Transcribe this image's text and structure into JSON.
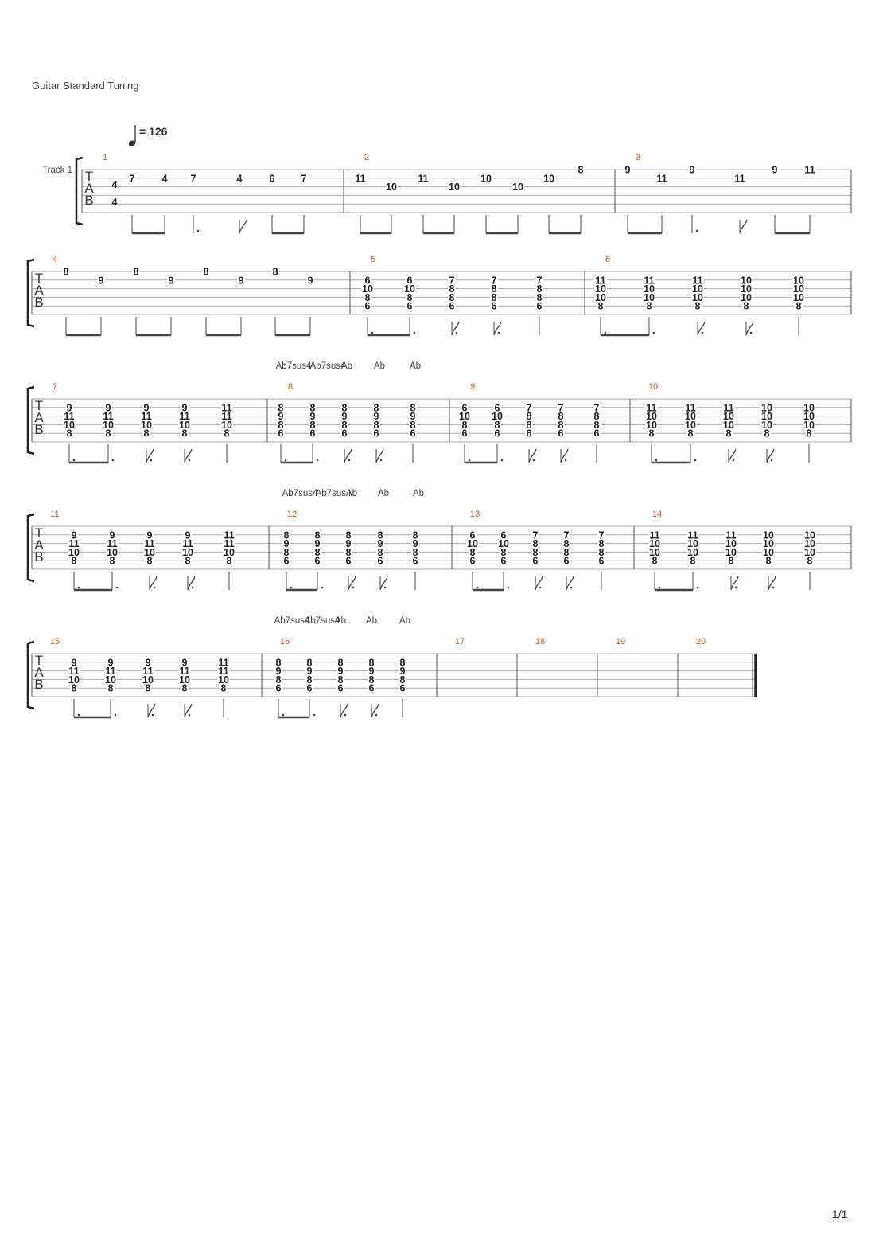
{
  "header": {
    "tuning": "Guitar Standard Tuning"
  },
  "tempo": {
    "value": "126",
    "label": "= 126"
  },
  "track": {
    "name": "Track 1"
  },
  "time_signature": {
    "numerator": "4",
    "denominator": "4"
  },
  "tab_letters": [
    "T",
    "A",
    "B"
  ],
  "chords": [
    {
      "label": "Ab7sus4"
    },
    {
      "label": "Ab7sus4"
    },
    {
      "label": "Ab"
    },
    {
      "label": "Ab"
    },
    {
      "label": "Ab"
    }
  ],
  "measures": [
    {
      "number": "1",
      "beats": [
        {
          "frets": [
            "",
            "7",
            "",
            "",
            "",
            ""
          ]
        },
        {
          "frets": [
            "",
            "4",
            "",
            "",
            "",
            ""
          ]
        },
        {
          "frets": [
            "",
            "7",
            "",
            "",
            "",
            ""
          ]
        },
        {
          "frets": [
            "",
            "4",
            "",
            "",
            "",
            ""
          ]
        },
        {
          "frets": [
            "",
            "6",
            "",
            "",
            "",
            ""
          ]
        },
        {
          "frets": [
            "",
            "7",
            "",
            "",
            "",
            ""
          ]
        }
      ]
    },
    {
      "number": "2",
      "beats": [
        {
          "frets": [
            "",
            "11",
            "",
            "",
            "",
            ""
          ]
        },
        {
          "frets": [
            "",
            "",
            "10",
            "",
            "",
            ""
          ]
        },
        {
          "frets": [
            "",
            "11",
            "",
            "",
            "",
            ""
          ]
        },
        {
          "frets": [
            "",
            "",
            "10",
            "",
            "",
            ""
          ]
        },
        {
          "frets": [
            "",
            "10",
            "",
            "",
            "",
            ""
          ]
        },
        {
          "frets": [
            "",
            "",
            "10",
            "",
            "",
            ""
          ]
        },
        {
          "frets": [
            "",
            "10",
            "",
            "",
            "",
            ""
          ]
        },
        {
          "frets": [
            "8",
            "",
            "",
            "",
            "",
            ""
          ]
        }
      ]
    },
    {
      "number": "3",
      "beats": [
        {
          "frets": [
            "9",
            "",
            "",
            "",
            "",
            ""
          ]
        },
        {
          "frets": [
            "",
            "11",
            "",
            "",
            "",
            ""
          ]
        },
        {
          "frets": [
            "9",
            "",
            "",
            "",
            "",
            ""
          ]
        },
        {
          "frets": [
            "",
            "11",
            "",
            "",
            "",
            ""
          ]
        },
        {
          "frets": [
            "9",
            "",
            "",
            "",
            "",
            ""
          ]
        },
        {
          "frets": [
            "11",
            "",
            "",
            "",
            "",
            ""
          ]
        }
      ]
    },
    {
      "number": "4",
      "beats": [
        {
          "frets": [
            "8",
            "",
            "",
            "",
            "",
            ""
          ]
        },
        {
          "frets": [
            "",
            "9",
            "",
            "",
            "",
            ""
          ]
        },
        {
          "frets": [
            "8",
            "",
            "",
            "",
            "",
            ""
          ]
        },
        {
          "frets": [
            "",
            "9",
            "",
            "",
            "",
            ""
          ]
        },
        {
          "frets": [
            "8",
            "",
            "",
            "",
            "",
            ""
          ]
        },
        {
          "frets": [
            "",
            "9",
            "",
            "",
            "",
            ""
          ]
        },
        {
          "frets": [
            "8",
            "",
            "",
            "",
            "",
            ""
          ]
        },
        {
          "frets": [
            "",
            "9",
            "",
            "",
            "",
            ""
          ]
        }
      ]
    },
    {
      "number": "5",
      "beats": [
        {
          "frets": [
            "",
            "6",
            "10",
            "8",
            "6",
            ""
          ]
        },
        {
          "frets": [
            "",
            "6",
            "10",
            "8",
            "6",
            ""
          ]
        },
        {
          "frets": [
            "",
            "7",
            "8",
            "8",
            "6",
            ""
          ]
        },
        {
          "frets": [
            "",
            "7",
            "8",
            "8",
            "6",
            ""
          ]
        },
        {
          "frets": [
            "",
            "7",
            "8",
            "8",
            "6",
            ""
          ]
        }
      ]
    },
    {
      "number": "6",
      "beats": [
        {
          "frets": [
            "",
            "11",
            "10",
            "10",
            "8",
            ""
          ]
        },
        {
          "frets": [
            "",
            "11",
            "10",
            "10",
            "8",
            ""
          ]
        },
        {
          "frets": [
            "",
            "11",
            "10",
            "10",
            "8",
            ""
          ]
        },
        {
          "frets": [
            "",
            "10",
            "10",
            "10",
            "8",
            ""
          ]
        },
        {
          "frets": [
            "",
            "10",
            "10",
            "10",
            "8",
            ""
          ]
        }
      ]
    },
    {
      "number": "7",
      "beats": [
        {
          "frets": [
            "",
            "9",
            "11",
            "10",
            "8",
            ""
          ]
        },
        {
          "frets": [
            "",
            "9",
            "11",
            "10",
            "8",
            ""
          ]
        },
        {
          "frets": [
            "",
            "9",
            "11",
            "10",
            "8",
            ""
          ]
        },
        {
          "frets": [
            "",
            "9",
            "11",
            "10",
            "8",
            ""
          ]
        },
        {
          "frets": [
            "",
            "11",
            "11",
            "10",
            "8",
            ""
          ]
        }
      ]
    },
    {
      "number": "8",
      "beats": [
        {
          "frets": [
            "",
            "8",
            "9",
            "8",
            "6",
            ""
          ]
        },
        {
          "frets": [
            "",
            "8",
            "9",
            "8",
            "6",
            ""
          ]
        },
        {
          "frets": [
            "",
            "8",
            "9",
            "8",
            "6",
            ""
          ]
        },
        {
          "frets": [
            "",
            "8",
            "9",
            "8",
            "6",
            ""
          ]
        },
        {
          "frets": [
            "",
            "8",
            "9",
            "8",
            "6",
            ""
          ]
        }
      ]
    },
    {
      "number": "9",
      "beats": [
        {
          "frets": [
            "",
            "6",
            "10",
            "8",
            "6",
            ""
          ]
        },
        {
          "frets": [
            "",
            "6",
            "10",
            "8",
            "6",
            ""
          ]
        },
        {
          "frets": [
            "",
            "7",
            "8",
            "8",
            "6",
            ""
          ]
        },
        {
          "frets": [
            "",
            "7",
            "8",
            "8",
            "6",
            ""
          ]
        },
        {
          "frets": [
            "",
            "7",
            "8",
            "8",
            "6",
            ""
          ]
        }
      ]
    },
    {
      "number": "10",
      "beats": [
        {
          "frets": [
            "",
            "11",
            "10",
            "10",
            "8",
            ""
          ]
        },
        {
          "frets": [
            "",
            "11",
            "10",
            "10",
            "8",
            ""
          ]
        },
        {
          "frets": [
            "",
            "11",
            "10",
            "10",
            "8",
            ""
          ]
        },
        {
          "frets": [
            "",
            "10",
            "10",
            "10",
            "8",
            ""
          ]
        },
        {
          "frets": [
            "",
            "10",
            "10",
            "10",
            "8",
            ""
          ]
        }
      ]
    },
    {
      "number": "11",
      "beats": [
        {
          "frets": [
            "",
            "9",
            "11",
            "10",
            "8",
            ""
          ]
        },
        {
          "frets": [
            "",
            "9",
            "11",
            "10",
            "8",
            ""
          ]
        },
        {
          "frets": [
            "",
            "9",
            "11",
            "10",
            "8",
            ""
          ]
        },
        {
          "frets": [
            "",
            "9",
            "11",
            "10",
            "8",
            ""
          ]
        },
        {
          "frets": [
            "",
            "11",
            "11",
            "10",
            "8",
            ""
          ]
        }
      ]
    },
    {
      "number": "12",
      "beats": [
        {
          "frets": [
            "",
            "8",
            "9",
            "8",
            "6",
            ""
          ]
        },
        {
          "frets": [
            "",
            "8",
            "9",
            "8",
            "6",
            ""
          ]
        },
        {
          "frets": [
            "",
            "8",
            "9",
            "8",
            "6",
            ""
          ]
        },
        {
          "frets": [
            "",
            "8",
            "9",
            "8",
            "6",
            ""
          ]
        },
        {
          "frets": [
            "",
            "8",
            "9",
            "8",
            "6",
            ""
          ]
        }
      ]
    },
    {
      "number": "13",
      "beats": [
        {
          "frets": [
            "",
            "6",
            "10",
            "8",
            "6",
            ""
          ]
        },
        {
          "frets": [
            "",
            "6",
            "10",
            "8",
            "6",
            ""
          ]
        },
        {
          "frets": [
            "",
            "7",
            "8",
            "8",
            "6",
            ""
          ]
        },
        {
          "frets": [
            "",
            "7",
            "8",
            "8",
            "6",
            ""
          ]
        },
        {
          "frets": [
            "",
            "7",
            "8",
            "8",
            "6",
            ""
          ]
        }
      ]
    },
    {
      "number": "14",
      "beats": [
        {
          "frets": [
            "",
            "11",
            "10",
            "10",
            "8",
            ""
          ]
        },
        {
          "frets": [
            "",
            "11",
            "10",
            "10",
            "8",
            ""
          ]
        },
        {
          "frets": [
            "",
            "11",
            "10",
            "10",
            "8",
            ""
          ]
        },
        {
          "frets": [
            "",
            "10",
            "10",
            "10",
            "8",
            ""
          ]
        },
        {
          "frets": [
            "",
            "10",
            "10",
            "10",
            "8",
            ""
          ]
        }
      ]
    },
    {
      "number": "15",
      "beats": [
        {
          "frets": [
            "",
            "9",
            "11",
            "10",
            "8",
            ""
          ]
        },
        {
          "frets": [
            "",
            "9",
            "11",
            "10",
            "8",
            ""
          ]
        },
        {
          "frets": [
            "",
            "9",
            "11",
            "10",
            "8",
            ""
          ]
        },
        {
          "frets": [
            "",
            "9",
            "11",
            "10",
            "8",
            ""
          ]
        },
        {
          "frets": [
            "",
            "11",
            "11",
            "10",
            "8",
            ""
          ]
        }
      ]
    },
    {
      "number": "16",
      "beats": [
        {
          "frets": [
            "",
            "8",
            "9",
            "8",
            "6",
            ""
          ]
        },
        {
          "frets": [
            "",
            "8",
            "9",
            "8",
            "6",
            ""
          ]
        },
        {
          "frets": [
            "",
            "8",
            "9",
            "8",
            "6",
            ""
          ]
        },
        {
          "frets": [
            "",
            "8",
            "9",
            "8",
            "6",
            ""
          ]
        },
        {
          "frets": [
            "",
            "8",
            "9",
            "8",
            "6",
            ""
          ]
        }
      ]
    },
    {
      "number": "17",
      "beats": []
    },
    {
      "number": "18",
      "beats": []
    },
    {
      "number": "19",
      "beats": []
    },
    {
      "number": "20",
      "beats": []
    }
  ],
  "footer": {
    "page": "1/1"
  }
}
